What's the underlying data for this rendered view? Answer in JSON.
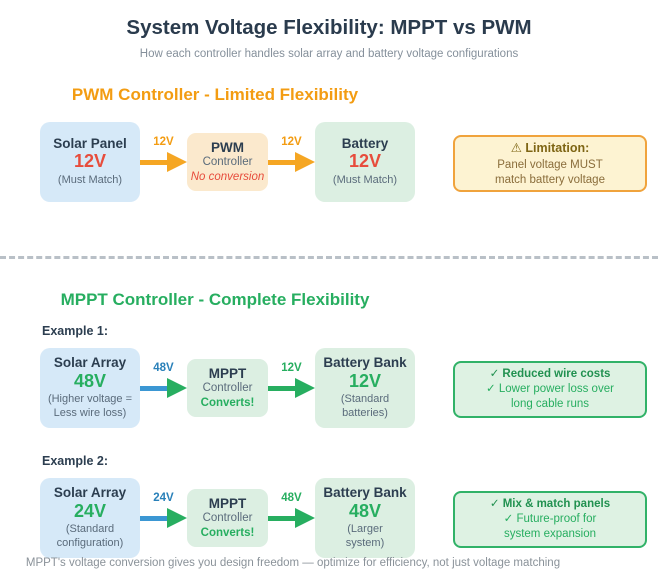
{
  "title": "System Voltage Flexibility: MPPT vs PWM",
  "subtitle": "How each controller handles solar array and battery voltage configurations",
  "accent_colors": {
    "heading_navy": "#2a3b4d",
    "pwm_orange": "#f39c12",
    "mppt_green": "#27ae60",
    "alert_red": "#e74c3c",
    "wire_blue": "#2980b9",
    "warn_bg": "#fdf3d2",
    "benefit_bg": "#def2e3",
    "panel_blue_bg": "#d6e9f8",
    "battery_green_bg": "#dcefe2",
    "pwm_box_bg": "#fbe9cd"
  },
  "pwm": {
    "header": "PWM Controller - Limited Flexibility",
    "source": {
      "title": "Solar Panel",
      "voltage": "12V",
      "note1": "(Must Match)",
      "note2": ""
    },
    "arrow_in": "12V",
    "controller": {
      "title": "PWM",
      "subtitle": "Controller",
      "note": "No conversion"
    },
    "arrow_out": "12V",
    "sink": {
      "title": "Battery",
      "voltage": "12V",
      "note1": "(Must Match)",
      "note2": ""
    },
    "callout": {
      "icon": "⚠",
      "heading": "Limitation:",
      "line1": "Panel voltage MUST",
      "line2": "match battery voltage"
    }
  },
  "mppt": {
    "header": "MPPT Controller - Complete Flexibility",
    "examples": [
      {
        "label": "Example 1:",
        "source": {
          "title": "Solar Array",
          "voltage": "48V",
          "note1": "(Higher voltage =",
          "note2": "Less wire loss)"
        },
        "arrow_in": "48V",
        "controller": {
          "title": "MPPT",
          "subtitle": "Controller",
          "note": "Converts!"
        },
        "arrow_out": "12V",
        "sink": {
          "title": "Battery Bank",
          "voltage": "12V",
          "note1": "(Standard",
          "note2": "batteries)"
        },
        "callout": {
          "line1": "✓ Reduced wire costs",
          "line2": "✓ Lower power loss over",
          "line3": "long cable runs"
        }
      },
      {
        "label": "Example 2:",
        "source": {
          "title": "Solar Array",
          "voltage": "24V",
          "note1": "(Standard",
          "note2": "configuration)"
        },
        "arrow_in": "24V",
        "controller": {
          "title": "MPPT",
          "subtitle": "Controller",
          "note": "Converts!"
        },
        "arrow_out": "48V",
        "sink": {
          "title": "Battery Bank",
          "voltage": "48V",
          "note1": "(Larger",
          "note2": "system)"
        },
        "callout": {
          "line1": "✓ Mix & match panels",
          "line2": "✓ Future-proof for",
          "line3": "system expansion"
        }
      }
    ]
  },
  "footer": "MPPT's voltage conversion gives you design freedom — optimize for efficiency, not just voltage matching"
}
